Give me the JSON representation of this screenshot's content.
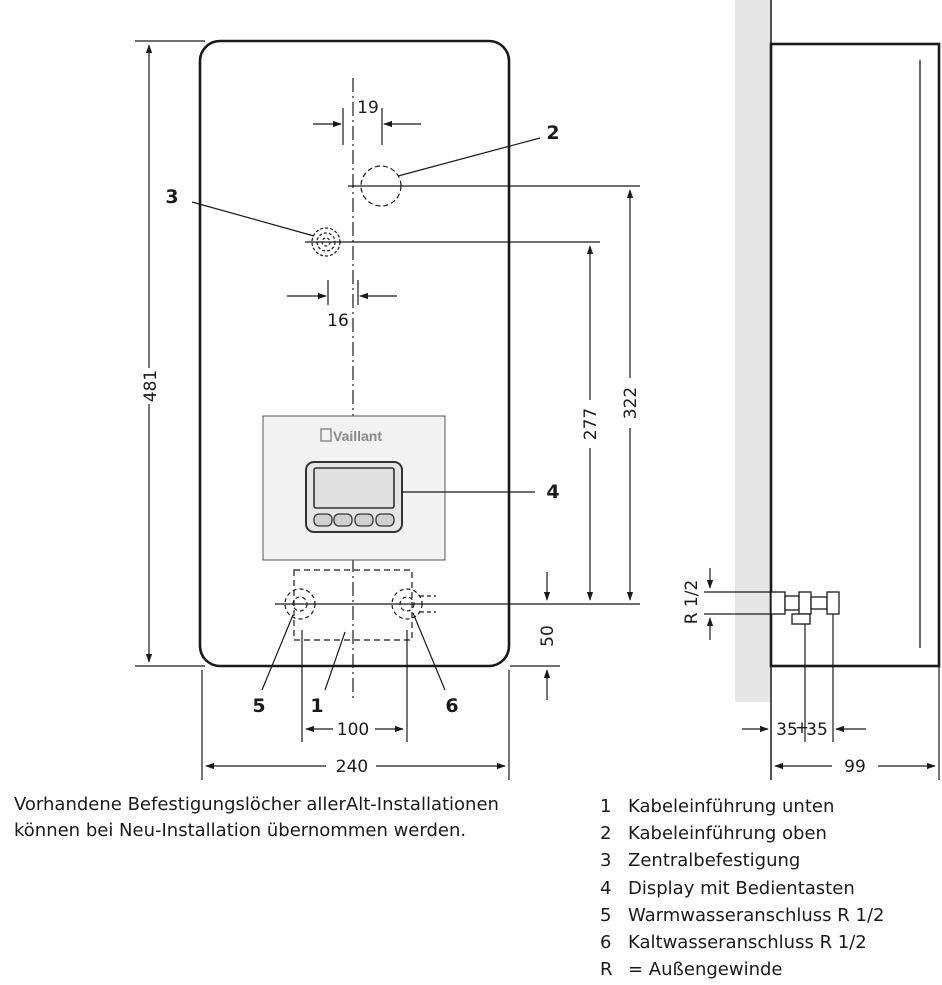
{
  "dimensions": {
    "height": "481",
    "width": "240",
    "holes_offset": "100",
    "bottom_offset": "50",
    "center_offset_top": "19",
    "center_offset_fix": "16",
    "central_fix_height": "277",
    "top_entry_height": "322",
    "thread_size": "R 1/2",
    "side_left": "35",
    "side_right": "35",
    "depth": "99"
  },
  "callouts": [
    "1",
    "2",
    "3",
    "4",
    "5",
    "6"
  ],
  "brand": "Vaillant",
  "colors": {
    "line": "#1a1a1a",
    "wall": "#e6e6e6",
    "panel": "#f2f2f2",
    "display": "#e0e0e0"
  },
  "note": {
    "line1": "Vorhandene Befestigungslöcher allerAlt-Installationen",
    "line2": "können bei Neu-Installation übernommen werden."
  },
  "legend": [
    {
      "key": "1",
      "text": "Kabeleinführung unten"
    },
    {
      "key": "2",
      "text": "Kabeleinführung oben"
    },
    {
      "key": "3",
      "text": "Zentralbefestigung"
    },
    {
      "key": "4",
      "text": "Display mit Bedientasten"
    },
    {
      "key": "5",
      "text": "Warmwasseranschluss R 1/2"
    },
    {
      "key": "6",
      "text": "Kaltwasseranschluss R 1/2"
    },
    {
      "key": "R",
      "text": "= Außengewinde"
    }
  ]
}
